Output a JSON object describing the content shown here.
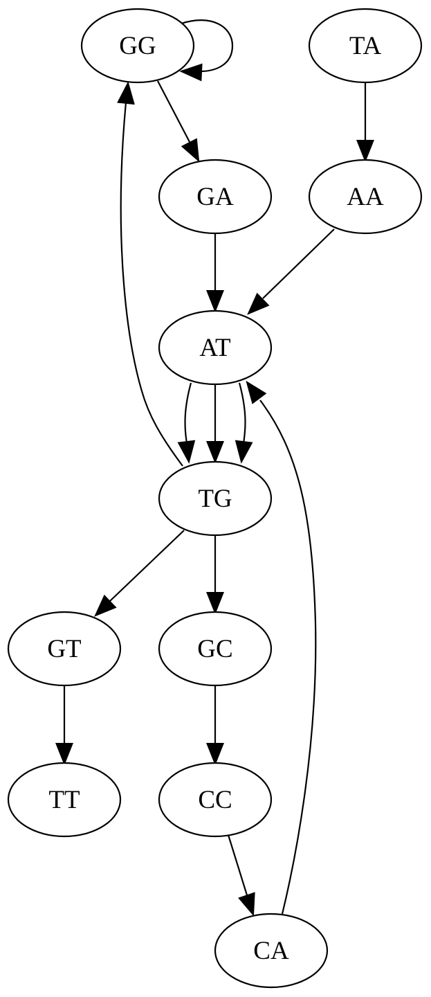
{
  "graph": {
    "nodes": [
      {
        "id": "GG",
        "label": "GG"
      },
      {
        "id": "TA",
        "label": "TA"
      },
      {
        "id": "GA",
        "label": "GA"
      },
      {
        "id": "AA",
        "label": "AA"
      },
      {
        "id": "AT",
        "label": "AT"
      },
      {
        "id": "TG",
        "label": "TG"
      },
      {
        "id": "GT",
        "label": "GT"
      },
      {
        "id": "GC",
        "label": "GC"
      },
      {
        "id": "TT",
        "label": "TT"
      },
      {
        "id": "CC",
        "label": "CC"
      },
      {
        "id": "CA",
        "label": "CA"
      }
    ],
    "edges": [
      {
        "from": "GG",
        "to": "GG"
      },
      {
        "from": "GG",
        "to": "GA"
      },
      {
        "from": "TA",
        "to": "AA"
      },
      {
        "from": "GA",
        "to": "AT"
      },
      {
        "from": "AA",
        "to": "AT"
      },
      {
        "from": "AT",
        "to": "TG"
      },
      {
        "from": "AT",
        "to": "TG"
      },
      {
        "from": "AT",
        "to": "TG"
      },
      {
        "from": "TG",
        "to": "GG"
      },
      {
        "from": "TG",
        "to": "GT"
      },
      {
        "from": "TG",
        "to": "GC"
      },
      {
        "from": "GT",
        "to": "TT"
      },
      {
        "from": "GC",
        "to": "CC"
      },
      {
        "from": "CC",
        "to": "CA"
      },
      {
        "from": "CA",
        "to": "AT"
      }
    ],
    "colors": {
      "stroke": "#000000",
      "fill": "#ffffff",
      "text": "#000000"
    }
  }
}
